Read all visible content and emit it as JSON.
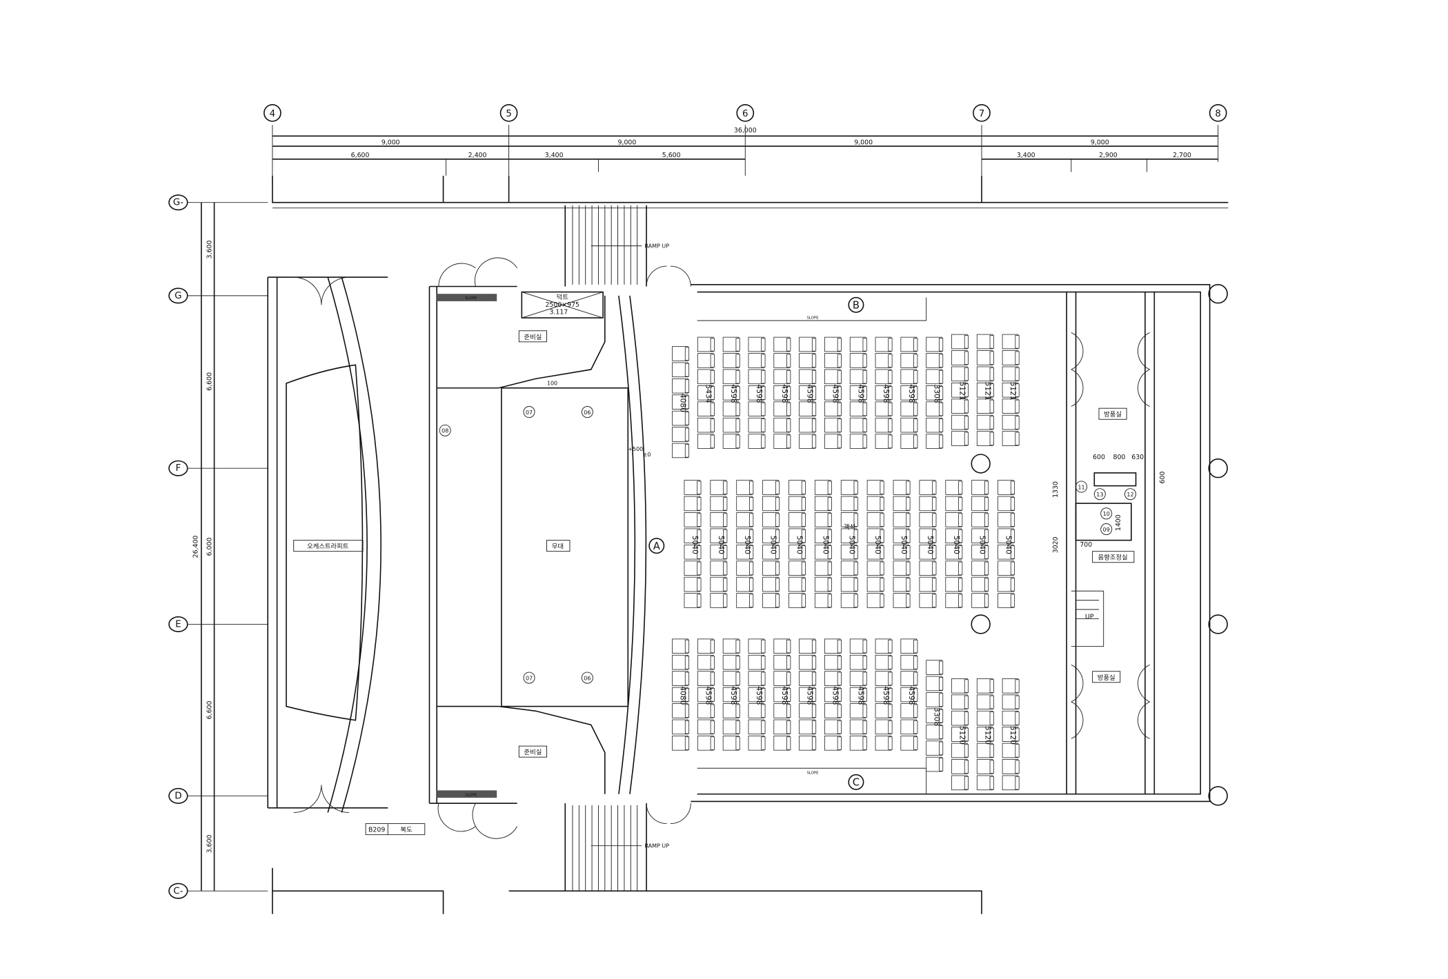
{
  "grid": {
    "columns": [
      "4",
      "5",
      "6",
      "7",
      "8"
    ],
    "rows": [
      "G-",
      "G",
      "F",
      "E",
      "D",
      "C-"
    ]
  },
  "dims_top": {
    "total": "36,000",
    "bays": [
      "9,000",
      "9,000",
      "9,000",
      "9,000"
    ],
    "sub_left": [
      "6,600",
      "2,400",
      "3,400",
      "5,600"
    ],
    "sub_right": [
      "3,400",
      "2,900",
      "2,700"
    ]
  },
  "dims_left": {
    "total": "26,400",
    "bays": [
      "3,600",
      "6,600",
      "6,000",
      "6,600",
      "3,600"
    ]
  },
  "rooms": {
    "orchestra_pit": "오케스트라피트",
    "stage": "무대",
    "prep_top": "준비실",
    "prep_bottom": "준비실",
    "duct": "덕트",
    "duct_size": "2500×975",
    "duct_level": "3.117",
    "windbreak_top": "방풍실",
    "windbreak_bottom": "방풍실",
    "sound_control": "음향조정실",
    "corridor_code": "B209",
    "corridor": "복도",
    "audience": "객석"
  },
  "markers": {
    "A": "A",
    "B": "B",
    "C": "C"
  },
  "notes": {
    "ramp_up_top": "RAMP UP",
    "ramp_up_bottom": "RAMP UP",
    "slope_b": "SLOPE",
    "slope_c": "SLOPE",
    "slope_prep_top": "SLOPE",
    "slope_prep_bottom": "SLOPE",
    "up": "UP",
    "level_plus": "+500",
    "level_zero": "±0",
    "dim_100": "100"
  },
  "equipment": {
    "e06a": "06",
    "e07a": "07",
    "e06b": "06",
    "e07b": "07",
    "e08": "08",
    "e09": "09",
    "e10": "10",
    "e11": "11",
    "e12": "12",
    "e13": "13"
  },
  "control_dims": {
    "w1": "600",
    "w2": "800",
    "w3": "630",
    "h1": "600",
    "v1": "1330",
    "v2": "3020",
    "h2": "1400",
    "w4": "700"
  },
  "seating": {
    "upper": [
      "4080",
      "5434",
      "4598",
      "4598",
      "4598",
      "4598",
      "4598",
      "4598",
      "4598",
      "4598",
      "3308",
      "5121",
      "5121",
      "5121"
    ],
    "center": [
      "5040",
      "5040",
      "5040",
      "5040",
      "5040",
      "5040",
      "5040",
      "5040",
      "5040",
      "5040",
      "5040",
      "5040",
      "5040"
    ],
    "lower": [
      "4080",
      "4598",
      "4598",
      "4598",
      "4598",
      "4598",
      "4598",
      "4598",
      "4598",
      "4598",
      "3308",
      "5120",
      "5120",
      "5120"
    ]
  }
}
